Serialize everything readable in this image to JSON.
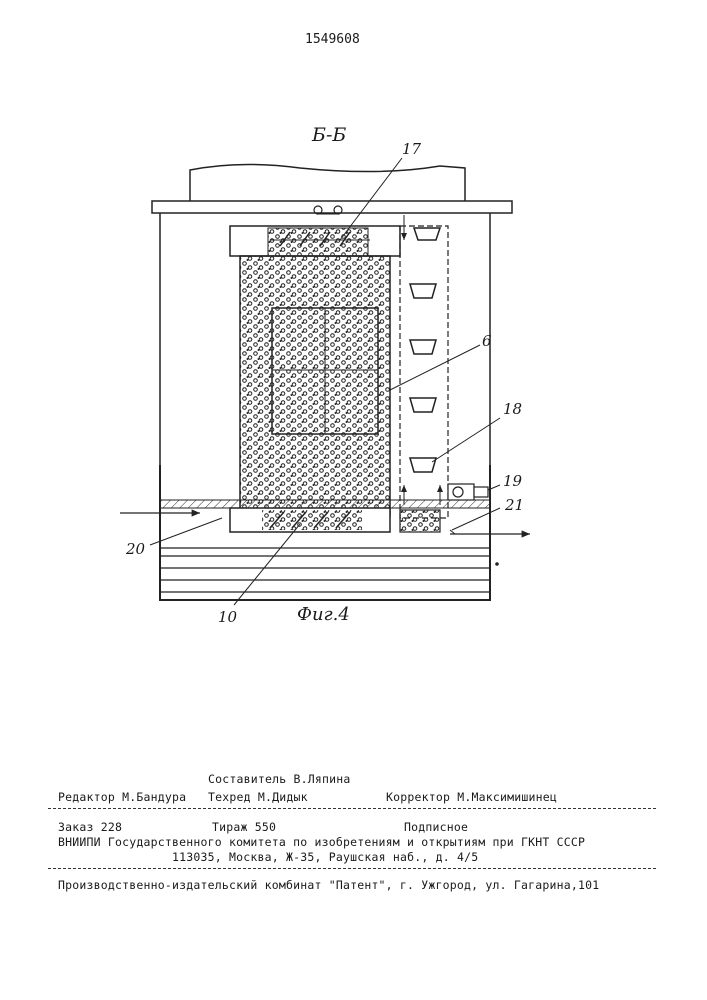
{
  "page_number": "1549608",
  "figure": {
    "section_label": "Б-Б",
    "caption": "Фиг.4",
    "callouts": {
      "c17": "17",
      "c6": "6",
      "c18": "18",
      "c19": "19",
      "c21": "21",
      "c20": "20",
      "c10": "10"
    }
  },
  "colophon": {
    "compiler": "Составитель В.Ляпина",
    "editor": "Редактор М.Бандура",
    "techred": "Техред М.Дидык",
    "corrector": "Корректор М.Максимишинец",
    "order": "Заказ 228",
    "print_run": "Тираж 550",
    "subscription": "Подписное",
    "institute": "ВНИИПИ Государственного комитета по изобретениям и открытиям при ГКНТ СССР",
    "address": "113035, Москва, Ж-35, Раушская наб., д. 4/5",
    "publisher": "Производственно-издательский комбинат \"Патент\", г. Ужгород, ул. Гагарина,101"
  }
}
